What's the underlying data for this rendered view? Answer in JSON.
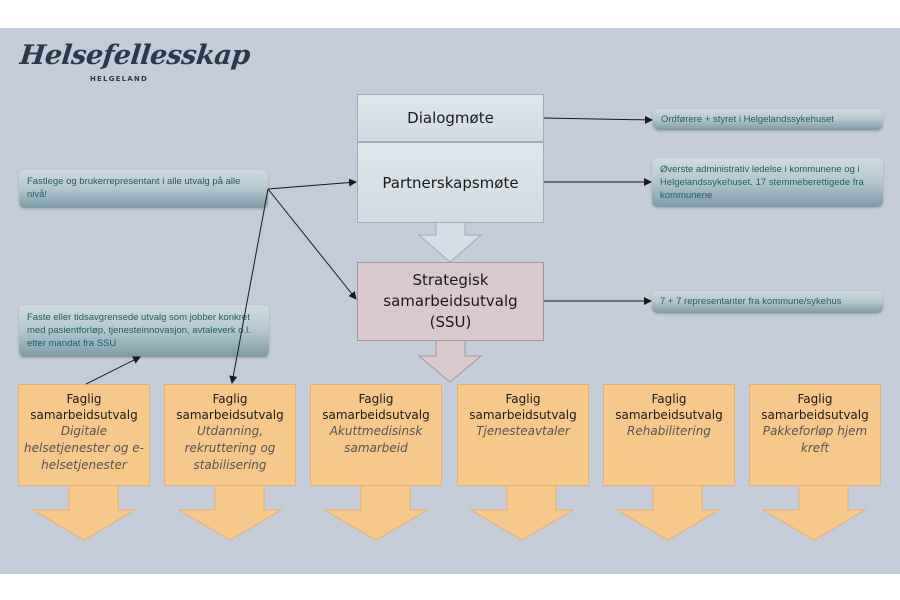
{
  "logo": {
    "name": "Helsefellesskap",
    "region": "HELGELAND"
  },
  "hierarchy": {
    "dialogmote": "Dialogmøte",
    "partnerskapsmote": "Partnerskapsmøte",
    "ssu": [
      "Strategisk",
      "samarbeidsutvalg",
      "(SSU)"
    ]
  },
  "notes": {
    "dialogmote_members": "Ordførere + styret i Helgelandssykehuset",
    "partnerskapsmote_members": "Øverste administrativ ledelse i kommunene og i Helgelandssykehuset. 17 stemmeberettigede fra kommunene",
    "ssu_members": "7 + 7 representanter fra kommune/sykehus",
    "fastlege": "Fastlege og brukerrepresentant i alle utvalg på alle nivå!",
    "fsu_description": "Faste eller tidsavgrensede utvalg som jobber konkret med pasientforløp, tjenesteinnovasjon, avtaleverk o.l. etter mandat fra SSU"
  },
  "fsu_committees": [
    {
      "title": [
        "Faglig",
        "samarbeidsutvalg"
      ],
      "topic": "Digitale helsetjenester og e-helsetjenester"
    },
    {
      "title": [
        "Faglig",
        "samarbeidsutvalg"
      ],
      "topic": "Utdanning, rekruttering og stabilisering"
    },
    {
      "title": [
        "Faglig",
        "samarbeidsutvalg"
      ],
      "topic": "Akuttmedisinsk samarbeid"
    },
    {
      "title": [
        "Faglig",
        "samarbeidsutvalg"
      ],
      "topic": "Tjenesteavtaler"
    },
    {
      "title": [
        "Faglig",
        "samarbeidsutvalg"
      ],
      "topic": "Rehabilitering"
    },
    {
      "title": [
        "Faglig",
        "samarbeidsutvalg"
      ],
      "topic": "Pakkeforløp hjem kreft"
    }
  ],
  "colors": {
    "background": "#c3ccd8",
    "fsu_fill": "#f6c98a",
    "ssu_fill": "#d9c8cd",
    "top_box_fill": "#dfe6ec",
    "note_text": "#1f5f63"
  }
}
